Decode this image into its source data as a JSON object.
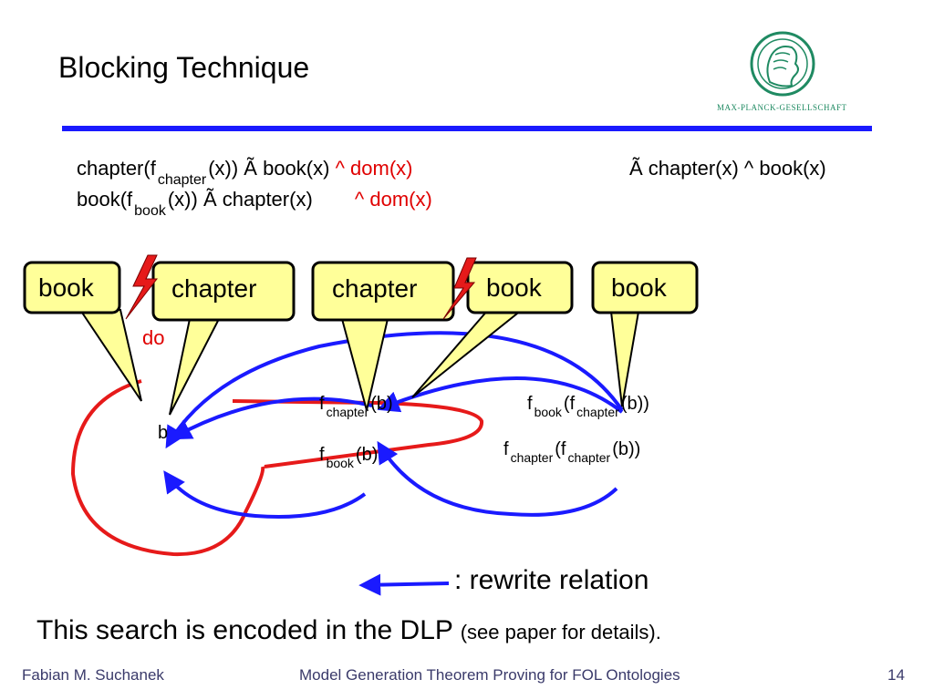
{
  "title": "Blocking Technique",
  "logo": {
    "text": "MAX-PLANCK-GESELLSCHAFT"
  },
  "formula": {
    "line1": {
      "left_a": "chapter(f",
      "left_sub": "chapter",
      "left_b": "(x)) Ã book(x)",
      "hat": "^",
      "dom": "dom(x)",
      "right": "Ã chapter(x) ^ book(x)"
    },
    "line2": {
      "left_a": "book(f",
      "left_sub": "book",
      "left_b": "(x)) Ã chapter(x)",
      "hat": "^",
      "dom": "dom(x)"
    }
  },
  "callouts": [
    "book",
    "chapter",
    "chapter",
    "book",
    "book"
  ],
  "dom_fragment": "do",
  "terms": {
    "t1": {
      "f": "f",
      "sub": "chapter",
      "arg": "(b)"
    },
    "t2": {
      "f": "f",
      "sub": "book",
      "arg": "(b)"
    },
    "t3": {
      "f": "f",
      "sub": "book",
      "mid": "(f",
      "sub2": "chapter",
      "arg": "(b))"
    },
    "t4": {
      "f": "f",
      "sub": "chapter",
      "mid": "(f",
      "sub2": "chapter",
      "arg": "(b))"
    },
    "b_left": "b"
  },
  "legend": {
    "label": ": rewrite relation"
  },
  "summary": {
    "main": "This search is encoded in the DLP",
    "note": "(see paper for details)."
  },
  "footer": {
    "author": "Fabian M. Suchanek",
    "talk": "Model Generation Theorem Proving for FOL Ontologies",
    "page": "14"
  },
  "colors": {
    "blue": "#1a1aff",
    "red": "#e61a1a",
    "callout_fill": "#ffff99"
  }
}
